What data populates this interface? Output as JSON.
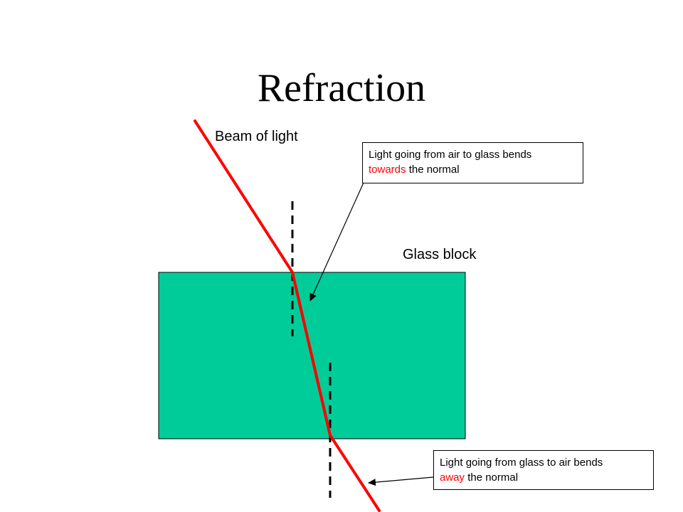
{
  "title": "Refraction",
  "labels": {
    "beam": "Beam of light",
    "glass": "Glass block"
  },
  "callouts": {
    "air_to_glass": {
      "line1": "Light going from air to glass bends",
      "highlight": "towards",
      "rest": " the normal"
    },
    "glass_to_air": {
      "line1": "Light going from glass to air bends",
      "highlight": "away",
      "rest": " the normal"
    }
  },
  "colors": {
    "glass": "#00cc99",
    "beam": "#ff0000",
    "highlight": "#ff0000"
  }
}
